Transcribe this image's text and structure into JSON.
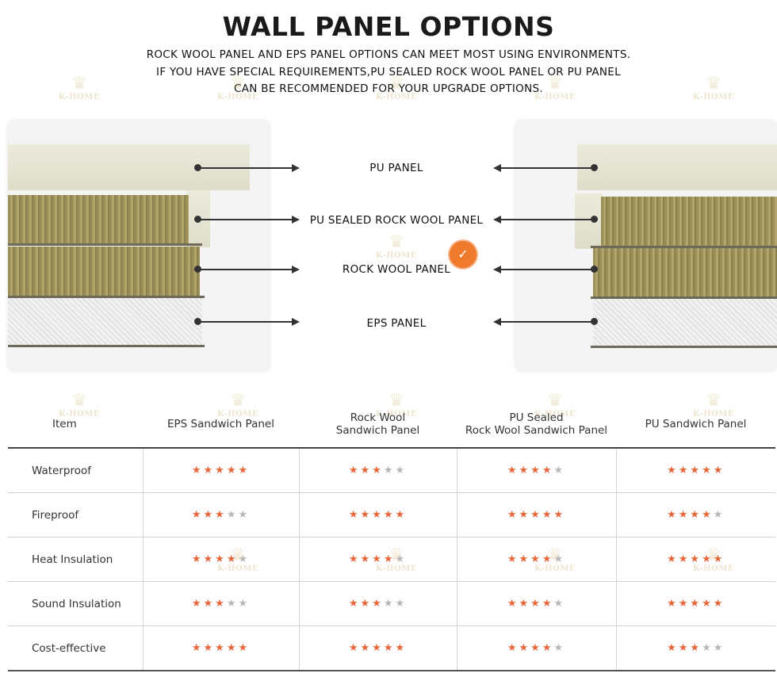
{
  "title": "WALL PANEL OPTIONS",
  "subtitle_lines": [
    "ROCK WOOL PANEL AND EPS PANEL OPTIONS CAN MEET MOST USING ENVIRONMENTS.",
    "IF YOU HAVE SPECIAL REQUIREMENTS,PU SEALED ROCK WOOL PANEL OR PU PANEL",
    "CAN BE RECOMMENDED FOR YOUR UPGRADE OPTIONS."
  ],
  "watermark": "K-HOME",
  "panel_labels": [
    "PU PANEL",
    "PU SEALED ROCK WOOL PANEL",
    "ROCK WOOL PANEL",
    "EPS PANEL"
  ],
  "recommended_badge_icon": "check-badge-icon",
  "colors": {
    "star_on": "#e8663a",
    "star_off": "#b8b8b8",
    "badge": "#ef7a2c"
  },
  "table": {
    "columns": [
      "Item",
      "EPS Sandwich Panel",
      "Rock Wool\nSandwich Panel",
      "PU Sealed\nRock Wool Sandwich Panel",
      "PU  Sandwich Panel"
    ],
    "max_stars": 5,
    "rows": [
      {
        "item": "Waterproof",
        "ratings": [
          5,
          3,
          4,
          5
        ]
      },
      {
        "item": "Fireproof",
        "ratings": [
          3,
          5,
          5,
          4
        ]
      },
      {
        "item": "Heat  Insulation",
        "ratings": [
          4,
          4,
          4,
          5
        ]
      },
      {
        "item": "Sound  Insulation",
        "ratings": [
          3,
          3,
          4,
          5
        ]
      },
      {
        "item": "Cost-effective",
        "ratings": [
          5,
          5,
          4,
          3
        ]
      }
    ]
  }
}
